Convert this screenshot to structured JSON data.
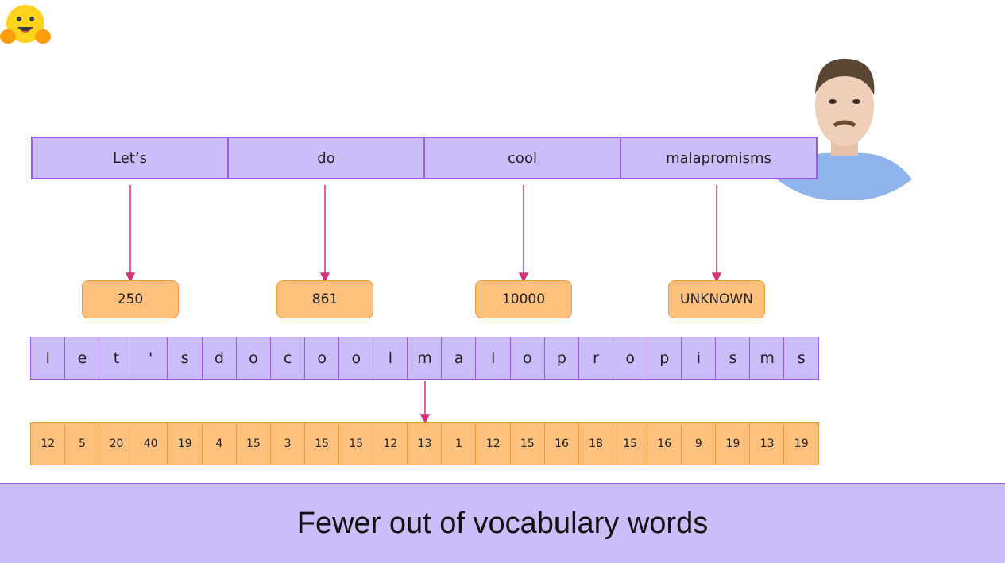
{
  "words": [
    {
      "text": "Let’s",
      "id": "250"
    },
    {
      "text": "do",
      "id": "861"
    },
    {
      "text": "cool",
      "id": "10000"
    },
    {
      "text": "malapromisms",
      "id": "UNKNOWN"
    }
  ],
  "characters": [
    "l",
    "e",
    "t",
    "'",
    "s",
    "d",
    "o",
    "c",
    "o",
    "o",
    "l",
    "m",
    "a",
    "l",
    "o",
    "p",
    "r",
    "o",
    "p",
    "i",
    "s",
    "m",
    "s"
  ],
  "character_ids": [
    "12",
    "5",
    "20",
    "40",
    "19",
    "4",
    "15",
    "3",
    "15",
    "15",
    "12",
    "13",
    "1",
    "12",
    "15",
    "16",
    "18",
    "15",
    "16",
    "9",
    "19",
    "13",
    "19"
  ],
  "caption": "Fewer out of vocabulary words",
  "colors": {
    "purple_fill": "#cbbdf9",
    "purple_border": "#9b5ae0",
    "orange_fill": "#fdc07d",
    "orange_border": "#f09a3e",
    "arrow": "#d6337c"
  }
}
